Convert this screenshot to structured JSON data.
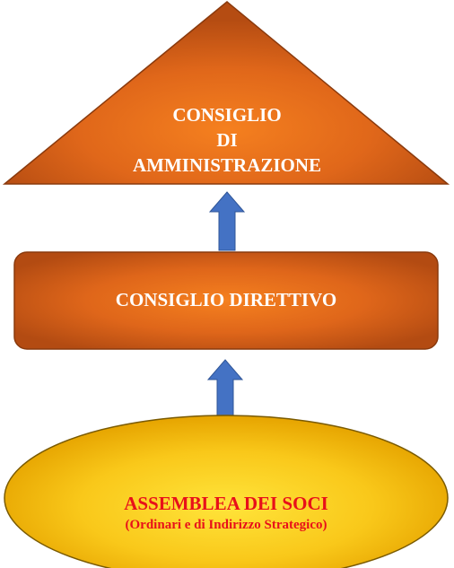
{
  "top_box": {
    "lines": [
      "CONSIGLIO",
      "DI",
      "AMMINISTRAZIONE"
    ]
  },
  "middle_box": {
    "label": "CONSIGLIO DIRETTIVO"
  },
  "bottom_box": {
    "title": "ASSEMBLEA DEI SOCI",
    "subtitle": "(Ordinari e di Indirizzo Strategico)"
  },
  "colors": {
    "orange_center": "#f27a1e",
    "orange_edge": "#b84d12",
    "yellow_center": "#ffe030",
    "yellow_edge": "#e8a600",
    "arrow_blue": "#4472c4",
    "text_white": "#ffffff",
    "text_red": "#e8101a"
  }
}
